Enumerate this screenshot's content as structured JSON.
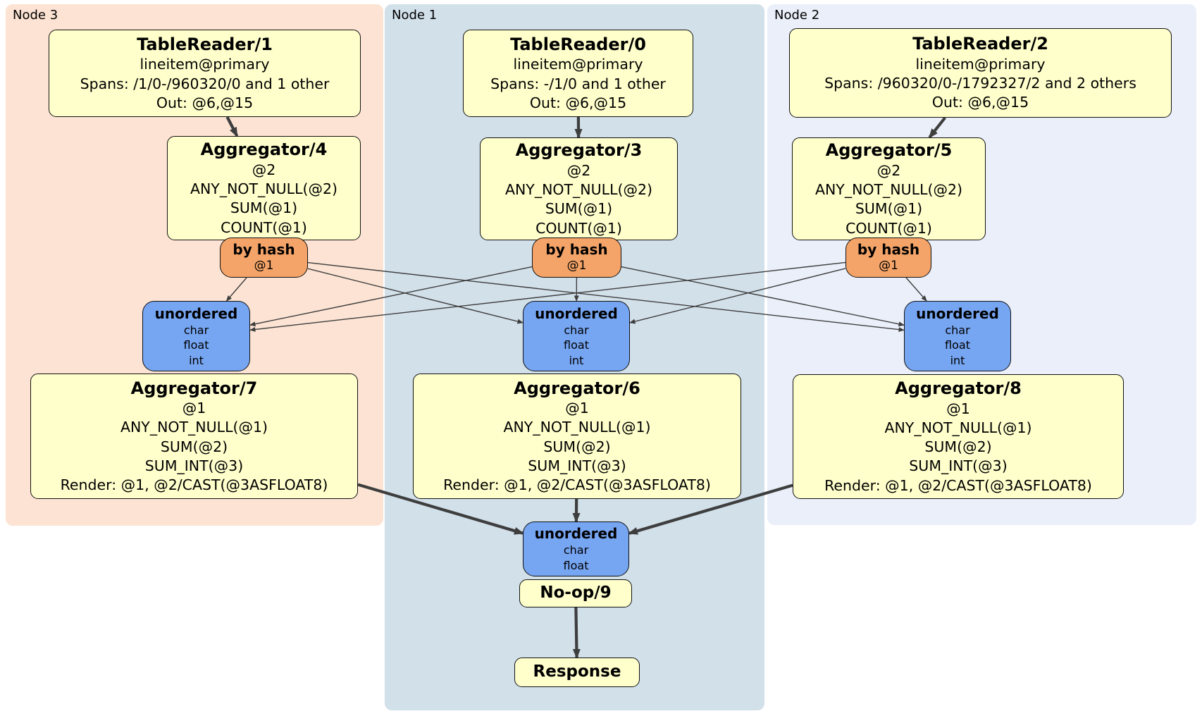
{
  "regions": [
    {
      "id": "node3",
      "label": "Node 3"
    },
    {
      "id": "node1",
      "label": "Node 1"
    },
    {
      "id": "node2",
      "label": "Node 2"
    }
  ],
  "nodes": [
    {
      "id": "tr1",
      "region": "node3",
      "type": "op",
      "title": "TableReader/1",
      "lines": [
        "lineitem@primary",
        "Spans: /1/0-/960320/0 and 1 other",
        "Out: @6,@15"
      ]
    },
    {
      "id": "agg4",
      "region": "node3",
      "type": "op",
      "title": "Aggregator/4",
      "lines": [
        "@2",
        "ANY_NOT_NULL(@2)",
        "SUM(@1)",
        "COUNT(@1)"
      ]
    },
    {
      "id": "hash3",
      "region": "node3",
      "type": "router",
      "title": "by hash",
      "lines": [
        "@1"
      ]
    },
    {
      "id": "sync3",
      "region": "node3",
      "type": "sync",
      "title": "unordered",
      "lines": [
        "char",
        "float",
        "int"
      ]
    },
    {
      "id": "agg7",
      "region": "node3",
      "type": "op",
      "title": "Aggregator/7",
      "lines": [
        "@1",
        "ANY_NOT_NULL(@1)",
        "SUM(@2)",
        "SUM_INT(@3)",
        "Render: @1, @2/CAST(@3ASFLOAT8)"
      ]
    },
    {
      "id": "tr0",
      "region": "node1",
      "type": "op",
      "title": "TableReader/0",
      "lines": [
        "lineitem@primary",
        "Spans: -/1/0 and 1 other",
        "Out: @6,@15"
      ]
    },
    {
      "id": "agg3",
      "region": "node1",
      "type": "op",
      "title": "Aggregator/3",
      "lines": [
        "@2",
        "ANY_NOT_NULL(@2)",
        "SUM(@1)",
        "COUNT(@1)"
      ]
    },
    {
      "id": "hash1",
      "region": "node1",
      "type": "router",
      "title": "by hash",
      "lines": [
        "@1"
      ]
    },
    {
      "id": "sync1",
      "region": "node1",
      "type": "sync",
      "title": "unordered",
      "lines": [
        "char",
        "float",
        "int"
      ]
    },
    {
      "id": "agg6",
      "region": "node1",
      "type": "op",
      "title": "Aggregator/6",
      "lines": [
        "@1",
        "ANY_NOT_NULL(@1)",
        "SUM(@2)",
        "SUM_INT(@3)",
        "Render: @1, @2/CAST(@3ASFLOAT8)"
      ]
    },
    {
      "id": "tr2",
      "region": "node2",
      "type": "op",
      "title": "TableReader/2",
      "lines": [
        "lineitem@primary",
        "Spans: /960320/0-/1792327/2 and 2 others",
        "Out: @6,@15"
      ]
    },
    {
      "id": "agg5",
      "region": "node2",
      "type": "op",
      "title": "Aggregator/5",
      "lines": [
        "@2",
        "ANY_NOT_NULL(@2)",
        "SUM(@1)",
        "COUNT(@1)"
      ]
    },
    {
      "id": "hash2",
      "region": "node2",
      "type": "router",
      "title": "by hash",
      "lines": [
        "@1"
      ]
    },
    {
      "id": "sync2",
      "region": "node2",
      "type": "sync",
      "title": "unordered",
      "lines": [
        "char",
        "float",
        "int"
      ]
    },
    {
      "id": "agg8",
      "region": "node2",
      "type": "op",
      "title": "Aggregator/8",
      "lines": [
        "@1",
        "ANY_NOT_NULL(@1)",
        "SUM(@2)",
        "SUM_INT(@3)",
        "Render: @1, @2/CAST(@3ASFLOAT8)"
      ]
    },
    {
      "id": "syncf",
      "region": "node1",
      "type": "sync",
      "title": "unordered",
      "lines": [
        "char",
        "float"
      ]
    },
    {
      "id": "noop",
      "region": "node1",
      "type": "op",
      "variant": "compact",
      "title": "No-op/9",
      "lines": []
    },
    {
      "id": "resp",
      "region": "node1",
      "type": "op",
      "variant": "compact",
      "title": "Response",
      "lines": []
    }
  ],
  "edges": [
    {
      "from": "tr1",
      "to": "agg4",
      "weight": "thick"
    },
    {
      "from": "tr0",
      "to": "agg3",
      "weight": "thick"
    },
    {
      "from": "tr2",
      "to": "agg5",
      "weight": "thick"
    },
    {
      "from": "hash3",
      "to": "sync3",
      "weight": "thin"
    },
    {
      "from": "hash3",
      "to": "sync1",
      "weight": "thin"
    },
    {
      "from": "hash3",
      "to": "sync2",
      "weight": "thin"
    },
    {
      "from": "hash1",
      "to": "sync3",
      "weight": "thin"
    },
    {
      "from": "hash1",
      "to": "sync1",
      "weight": "thin"
    },
    {
      "from": "hash1",
      "to": "sync2",
      "weight": "thin"
    },
    {
      "from": "hash2",
      "to": "sync3",
      "weight": "thin"
    },
    {
      "from": "hash2",
      "to": "sync1",
      "weight": "thin"
    },
    {
      "from": "hash2",
      "to": "sync2",
      "weight": "thin"
    },
    {
      "from": "agg7",
      "to": "syncf",
      "weight": "thick"
    },
    {
      "from": "agg6",
      "to": "syncf",
      "weight": "thick"
    },
    {
      "from": "agg8",
      "to": "syncf",
      "weight": "thick"
    },
    {
      "from": "noop",
      "to": "resp",
      "weight": "thick"
    }
  ],
  "colors": {
    "region_node3": "#fce3d3",
    "region_node1": "#d2e0ea",
    "region_node2": "#eaeffa",
    "box_yellow": "#ffffcc",
    "router_orange": "#f4a468",
    "sync_blue": "#76a5f2",
    "edge": "#3e3e3e",
    "border": "#111111"
  }
}
